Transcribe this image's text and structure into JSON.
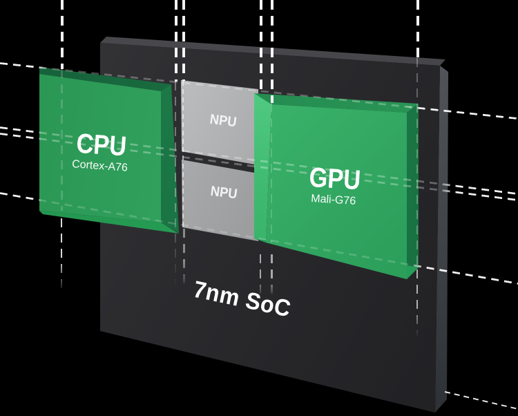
{
  "chip": {
    "title": "7nm SoC"
  },
  "blocks": {
    "cpu": {
      "label": "CPU",
      "sublabel": "Cortex-A76"
    },
    "gpu": {
      "label": "GPU",
      "sublabel": "Mali-G76"
    },
    "npu_top": {
      "label": "NPU"
    },
    "npu_bottom": {
      "label": "NPU"
    }
  },
  "palette": {
    "background": "#000000",
    "chip_front": "#28282b",
    "chip_top": "#3a3a3e",
    "chip_side": "#484c51",
    "block_green": "#33a561",
    "block_green_bright": "#4ec97f",
    "block_green_dark": "#1d7c48",
    "npu_silver_light": "#dfe0e1",
    "npu_silver_dark": "#737475",
    "guide_line": "#ffffff",
    "text": "#ffffff"
  }
}
